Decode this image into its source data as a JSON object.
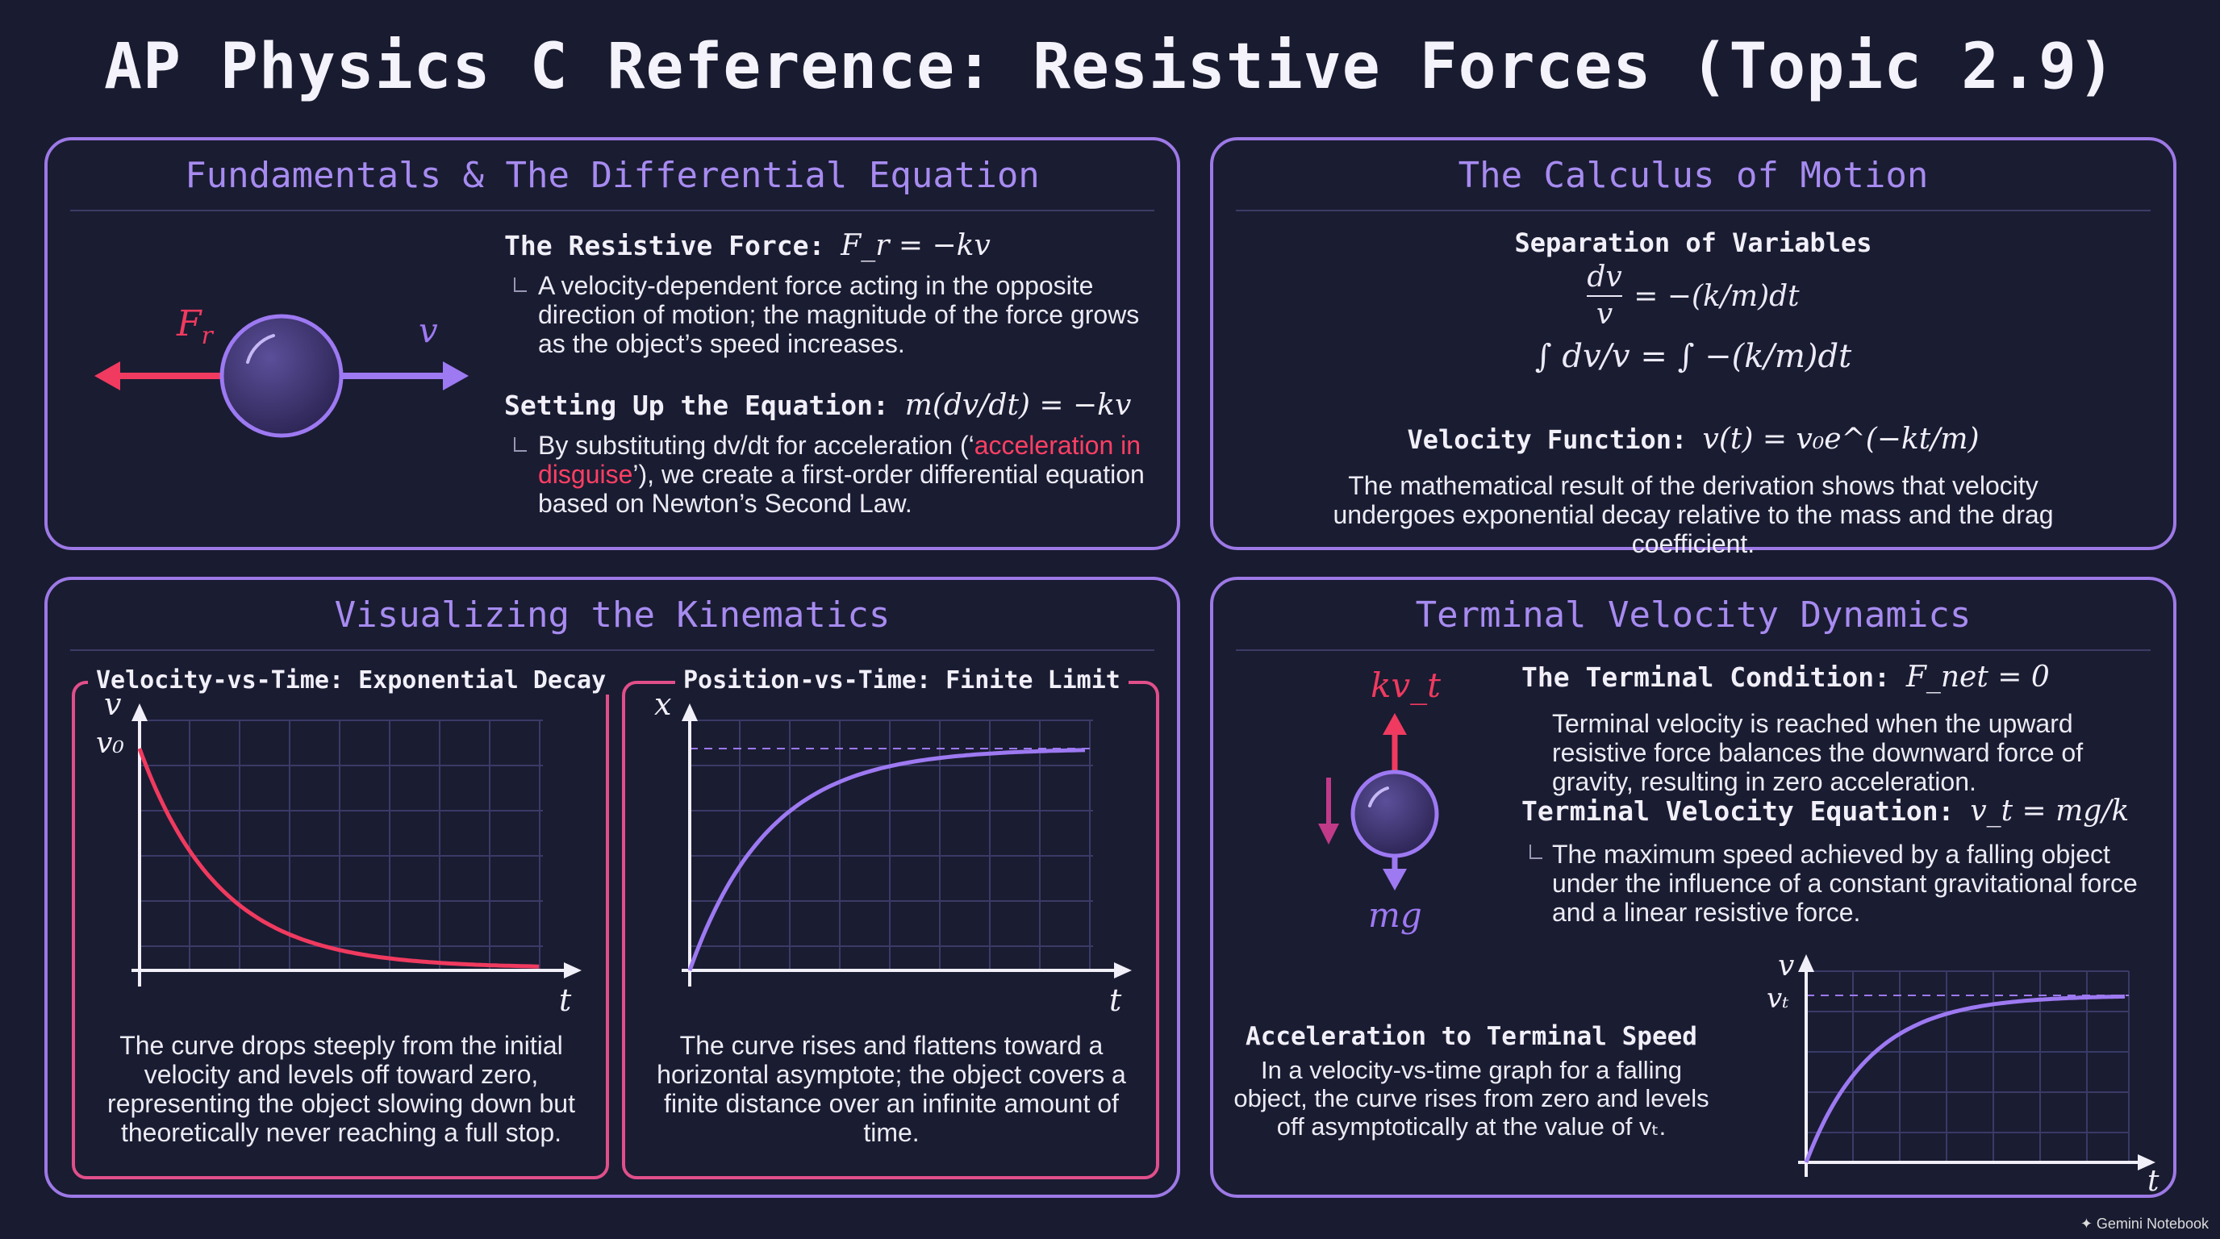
{
  "title": "AP Physics C Reference: Resistive Forces (Topic 2.9)",
  "panel1": {
    "header": "Fundamentals & The Differential Equation",
    "force_label": "F_r",
    "velocity_label": "v",
    "item1_heading": "The Resistive Force:",
    "item1_equation": "F_r = −kv",
    "item1_text": "A velocity-dependent force acting in the opposite direction of motion; the magnitude of the force grows as the object’s speed increases.",
    "item2_heading": "Setting Up the Equation:",
    "item2_equation": "m(dv/dt) = −kv",
    "item2_text_pre": "By substituting dv/dt for acceleration (‘",
    "item2_text_highlight": "acceleration in disguise",
    "item2_text_post": "’), we create a first-order differential equation based on Newton’s Second Law."
  },
  "panel2": {
    "header": "The Calculus of Motion",
    "subheading": "Separation of Variables",
    "eq1_lhs_num": "dv",
    "eq1_lhs_den": "v",
    "eq1_rhs": "= −(k/m)dt",
    "eq2": "∫ dv/v = ∫ −(k/m)dt",
    "velocity_heading": "Velocity Function:",
    "velocity_equation": "v(t) = v₀e^(−kt/m)",
    "text": "The mathematical result of the derivation shows that velocity undergoes exponential decay relative to the mass and the drag coefficient."
  },
  "panel3": {
    "header": "Visualizing the Kinematics",
    "graph1": {
      "title": "Velocity-vs-Time: Exponential Decay",
      "y_label": "v",
      "y0_label": "v₀",
      "x_label": "t",
      "caption": "The curve drops steeply from the initial velocity and levels off toward zero, representing the object slowing down but theoretically never reaching a full stop."
    },
    "graph2": {
      "title": "Position-vs-Time: Finite Limit",
      "y_label": "x",
      "x_label": "t",
      "caption": "The curve rises and flattens toward a horizontal asymptote; the object covers a finite distance over an infinite amount of time."
    }
  },
  "panel4": {
    "header": "Terminal Velocity Dynamics",
    "up_force_label": "kv_t",
    "down_force_label": "mg",
    "item1_heading": "The Terminal Condition:",
    "item1_equation": "F_net = 0",
    "item1_text": "Terminal velocity is reached when the upward resistive force balances the downward force of gravity, resulting in zero acceleration.",
    "item2_heading": "Terminal Velocity Equation:",
    "item2_equation": "v_t = mg/k",
    "item2_text": "The maximum speed achieved by a falling object under the influence of a constant gravitational force and a linear resistive force.",
    "accel_heading": "Acceleration to Terminal Speed",
    "accel_text": "In a velocity-vs-time graph for a falling object, the curve rises from zero and levels off asymptotically at the value of vₜ.",
    "graph": {
      "y_label": "v",
      "vt_label": "vₜ",
      "x_label": "t"
    }
  },
  "footer": "Gemini Notebook",
  "colors": {
    "background": "#191b30",
    "panel_border": "#9d79e6",
    "header_text": "#a78bf0",
    "accent_red": "#f03a5f",
    "accent_purple": "#9d79f2",
    "graph_frame": "#e14f8a"
  }
}
